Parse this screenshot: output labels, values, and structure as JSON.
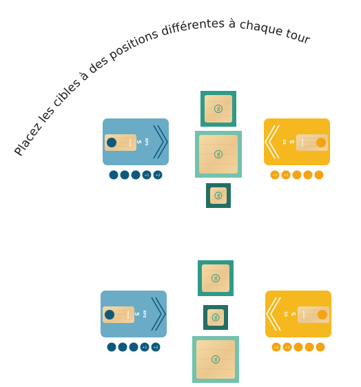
{
  "instruction": {
    "text": "Placez les cibles à des positions différentes à chaque tour"
  },
  "target_symbol": "OL",
  "colors": {
    "blue_player": "#6aabc6",
    "blue_dark": "#0e5a7d",
    "yellow_player": "#f6b81f",
    "yellow_dark": "#f2a412",
    "wood": "#f0d09b",
    "wood_dark": "#e2b777",
    "teal_light": "#72c2ad",
    "teal_mid": "#2f9a88",
    "teal_dark": "#226f64",
    "coin_blue": "#0e5a7d",
    "coin_yellow": "#f2a412"
  },
  "rounds": [
    {
      "blue_board": {
        "card_label_line1": "RPS",
        "card_label_line2": "5",
        "coins": [
          "",
          "",
          "",
          "+1",
          "+2"
        ]
      },
      "yellow_board": {
        "card_label_line1": "RS",
        "card_label_line2": "5",
        "coins": [
          "+2",
          "+1",
          "",
          "",
          ""
        ]
      },
      "targets_top_to_bottom": [
        "medium",
        "large",
        "small"
      ]
    },
    {
      "blue_board": {
        "card_label_line1": "RPS",
        "card_label_line2": "5",
        "coins": [
          "",
          "",
          "",
          "+1",
          "+2"
        ]
      },
      "yellow_board": {
        "card_label_line1": "RS",
        "card_label_line2": "5",
        "coins": [
          "+2",
          "+1",
          "",
          "",
          ""
        ]
      },
      "targets_top_to_bottom": [
        "medium",
        "small",
        "large"
      ]
    }
  ]
}
